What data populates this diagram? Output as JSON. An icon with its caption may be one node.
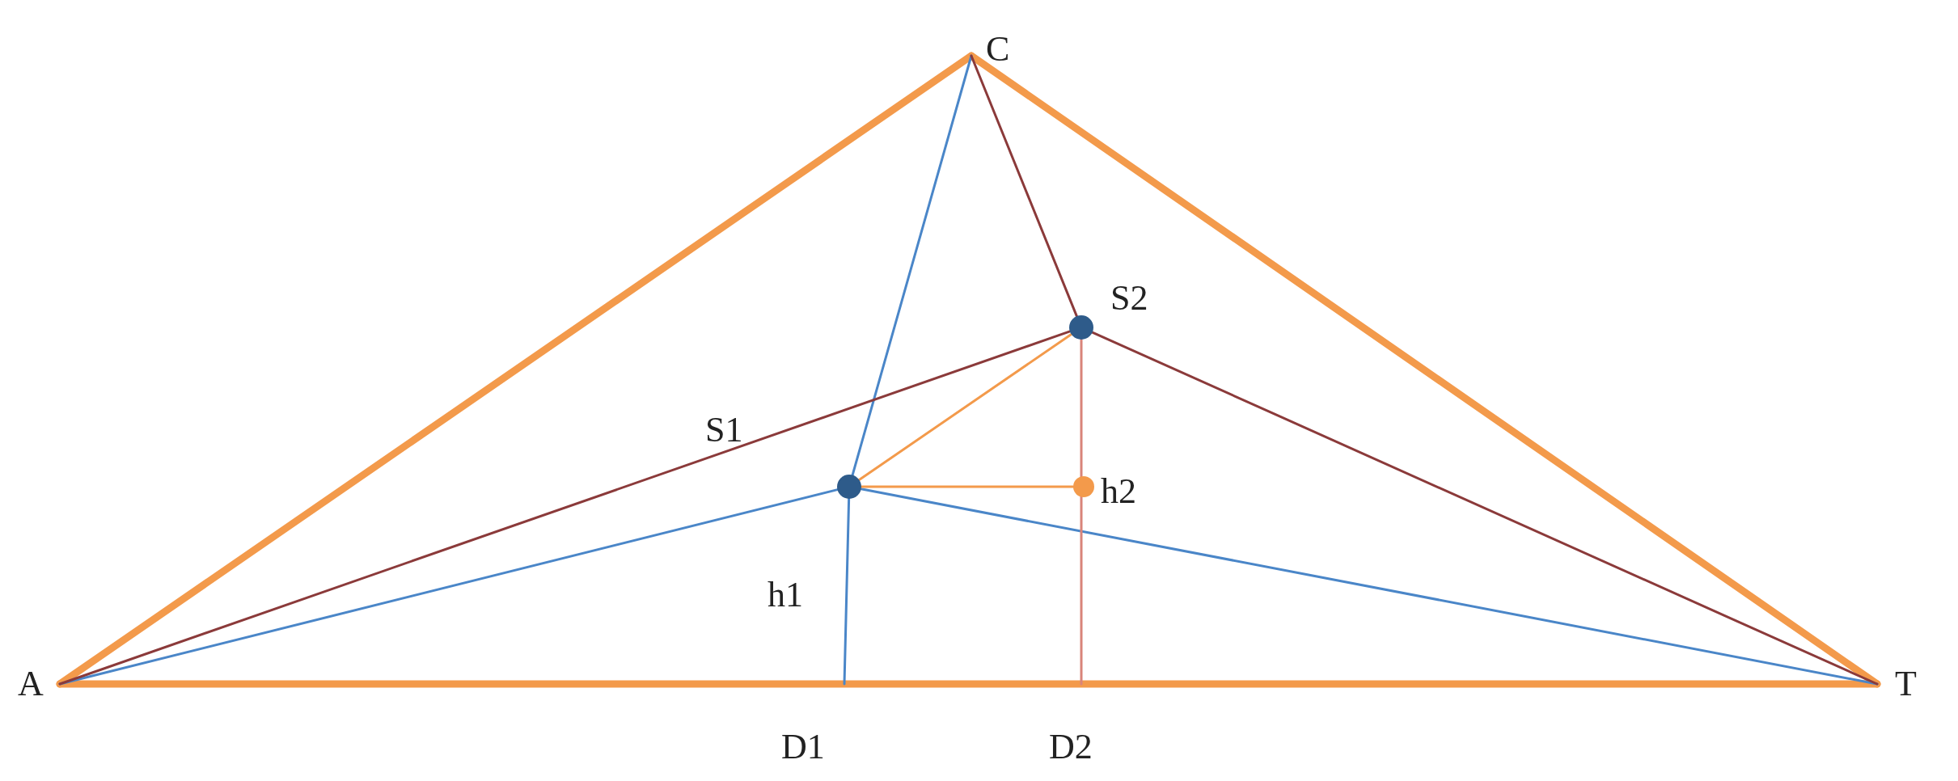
{
  "diagram": {
    "nodes": [
      {
        "text": [
          "C"
        ]
      },
      {
        "text": [
          "S2"
        ]
      },
      {
        "text": [
          "S1"
        ]
      },
      {
        "text": [],
        "shape": "circle"
      },
      {
        "text": [
          "A"
        ]
      },
      {
        "text": [
          "T"
        ]
      },
      {
        "text": [
          "D1"
        ]
      },
      {
        "text": [
          "D2"
        ]
      }
    ],
    "edges": [
      {
        "from": 4,
        "to": 0,
        "arrow": "none",
        "style": "thick",
        "color": "#f39a4b"
      },
      {
        "from": 0,
        "to": 5,
        "arrow": "none",
        "style": "thick",
        "color": "#f39a4b"
      },
      {
        "from": 4,
        "to": 5,
        "arrow": "none",
        "style": "thick",
        "color": "#f39a4b"
      },
      {
        "from": 0,
        "to": 2,
        "arrow": "none",
        "color": "#4a86c8"
      },
      {
        "from": 4,
        "to": 2,
        "arrow": "none",
        "color": "#4a86c8"
      },
      {
        "from": 2,
        "to": 5,
        "arrow": "none",
        "color": "#4a86c8"
      },
      {
        "from": 2,
        "to": 6,
        "arrow": "none",
        "label": "h1",
        "color": "#4a86c8"
      },
      {
        "from": 0,
        "to": 1,
        "arrow": "none",
        "color": "#8b3a3a"
      },
      {
        "from": 4,
        "to": 1,
        "arrow": "none",
        "color": "#8b3a3a"
      },
      {
        "from": 1,
        "to": 5,
        "arrow": "none",
        "color": "#8b3a3a"
      },
      {
        "from": 1,
        "to": 7,
        "arrow": "none",
        "label": "h2",
        "color": "#d9847a"
      },
      {
        "from": 2,
        "to": 1,
        "arrow": "none",
        "color": "#f39a4b"
      },
      {
        "from": 2,
        "to": 3,
        "arrow": "none",
        "color": "#f39a4b"
      }
    ]
  }
}
